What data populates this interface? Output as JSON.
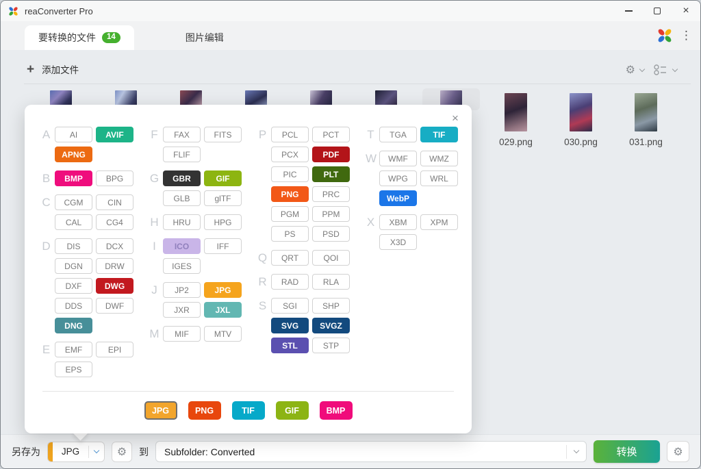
{
  "window_title": "reaConverter Pro",
  "tabs": [
    {
      "label": "要转换的文件",
      "badge": "14"
    },
    {
      "label": "图片编辑"
    }
  ],
  "toolbar": {
    "add_files": "添加文件"
  },
  "file_list": {
    "hidden_thumb_count": 7,
    "selected_index": 6,
    "visible_files": [
      "029.png",
      "030.png",
      "031.png"
    ]
  },
  "dialog": {
    "close_glyph": "×",
    "columns": [
      [
        {
          "letter": "A",
          "rows": [
            [
              "AI",
              "AVIF"
            ],
            [
              "APNG"
            ]
          ]
        },
        {
          "letter": "B",
          "rows": [
            [
              "BMP",
              "BPG"
            ]
          ]
        },
        {
          "letter": "C",
          "rows": [
            [
              "CGM",
              "CIN"
            ],
            [
              "CAL",
              "CG4"
            ]
          ]
        },
        {
          "letter": "D",
          "rows": [
            [
              "DIS",
              "DCX"
            ],
            [
              "DGN",
              "DRW"
            ],
            [
              "DXF",
              "DWG"
            ],
            [
              "DDS",
              "DWF"
            ],
            [
              "DNG"
            ]
          ]
        },
        {
          "letter": "E",
          "rows": [
            [
              "EMF",
              "EPI"
            ],
            [
              "EPS"
            ]
          ]
        }
      ],
      [
        {
          "letter": "F",
          "rows": [
            [
              "FAX",
              "FITS"
            ],
            [
              "FLIF"
            ]
          ]
        },
        {
          "letter": "G",
          "rows": [
            [
              "GBR",
              "GIF"
            ],
            [
              "GLB",
              "glTF"
            ]
          ]
        },
        {
          "letter": "H",
          "rows": [
            [
              "HRU",
              "HPG"
            ]
          ]
        },
        {
          "letter": "I",
          "rows": [
            [
              "ICO",
              "IFF"
            ],
            [
              "IGES"
            ]
          ]
        },
        {
          "letter": "J",
          "rows": [
            [
              "JP2",
              "JPG"
            ],
            [
              "JXR",
              "JXL"
            ]
          ]
        },
        {
          "letter": "M",
          "rows": [
            [
              "MIF",
              "MTV"
            ]
          ]
        }
      ],
      [
        {
          "letter": "P",
          "rows": [
            [
              "PCL",
              "PCT"
            ],
            [
              "PCX",
              "PDF"
            ],
            [
              "PIC",
              "PLT"
            ],
            [
              "PNG",
              "PRC"
            ],
            [
              "PGM",
              "PPM"
            ],
            [
              "PS",
              "PSD"
            ]
          ]
        },
        {
          "letter": "Q",
          "rows": [
            [
              "QRT",
              "QOI"
            ]
          ]
        },
        {
          "letter": "R",
          "rows": [
            [
              "RAD",
              "RLA"
            ]
          ]
        },
        {
          "letter": "S",
          "rows": [
            [
              "SGI",
              "SHP"
            ],
            [
              "SVG",
              "SVGZ"
            ],
            [
              "STL",
              "STP"
            ]
          ]
        }
      ],
      [
        {
          "letter": "T",
          "rows": [
            [
              "TGA",
              "TIF"
            ]
          ]
        },
        {
          "letter": "W",
          "rows": [
            [
              "WMF",
              "WMZ"
            ],
            [
              "WPG",
              "WRL"
            ],
            [
              "WebP"
            ]
          ]
        },
        {
          "letter": "X",
          "rows": [
            [
              "XBM",
              "XPM"
            ],
            [
              "X3D"
            ]
          ]
        }
      ]
    ],
    "format_colors": {
      "AVIF": {
        "bg": "#1db488",
        "fg": "#ffffff"
      },
      "APNG": {
        "bg": "#ec6a12",
        "fg": "#ffffff"
      },
      "BMP": {
        "bg": "#ef0d7d",
        "fg": "#ffffff"
      },
      "GBR": {
        "bg": "#333333",
        "fg": "#ffffff"
      },
      "GIF": {
        "bg": "#8db511",
        "fg": "#ffffff"
      },
      "DWG": {
        "bg": "#c2191f",
        "fg": "#ffffff"
      },
      "DNG": {
        "bg": "#478f99",
        "fg": "#ffffff"
      },
      "ICO": {
        "bg": "#c9b5e8",
        "fg": "#9181bd"
      },
      "JPG": {
        "bg": "#f5a41d",
        "fg": "#ffffff"
      },
      "JXL": {
        "bg": "#62b7b2",
        "fg": "#ffffff"
      },
      "PDF": {
        "bg": "#b31419",
        "fg": "#ffffff"
      },
      "PLT": {
        "bg": "#40690f",
        "fg": "#ffffff"
      },
      "PNG": {
        "bg": "#f25817",
        "fg": "#ffffff"
      },
      "SVG": {
        "bg": "#134a7e",
        "fg": "#ffffff"
      },
      "SVGZ": {
        "bg": "#134a7e",
        "fg": "#ffffff"
      },
      "STL": {
        "bg": "#5b50b0",
        "fg": "#ffffff"
      },
      "TIF": {
        "bg": "#17adc4",
        "fg": "#ffffff"
      },
      "WebP": {
        "bg": "#1b76e8",
        "fg": "#ffffff"
      }
    },
    "quick_buttons": [
      {
        "label": "JPG",
        "bg": "#f2a52c",
        "selected": true
      },
      {
        "label": "PNG",
        "bg": "#e8470d"
      },
      {
        "label": "TIF",
        "bg": "#06a9c9"
      },
      {
        "label": "GIF",
        "bg": "#8cb414"
      },
      {
        "label": "BMP",
        "bg": "#f00c7b"
      }
    ]
  },
  "bottom_bar": {
    "save_as_label": "另存为",
    "format_value": "JPG",
    "format_stripe_color": "#f0a41f",
    "to_label": "到",
    "destination_value": "Subfolder: Converted",
    "convert_label": "转换"
  },
  "accent": {
    "badge_green": "#45b02e",
    "convert_gradient": [
      "#5bb23a",
      "#1aa293"
    ]
  }
}
